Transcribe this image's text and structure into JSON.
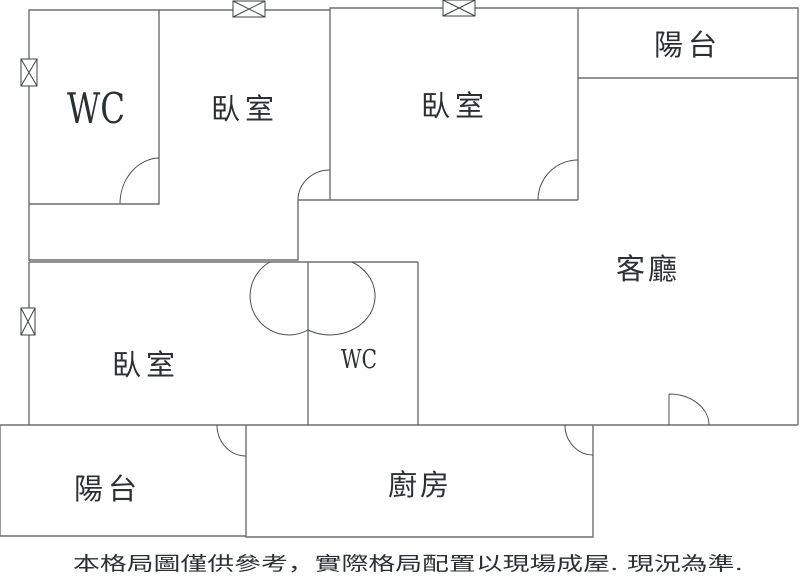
{
  "rooms": {
    "wc_upper": "WC",
    "bedroom_1": "臥室",
    "bedroom_2": "臥室",
    "balcony_upper": "陽台",
    "living_room": "客廳",
    "bedroom_3": "臥室",
    "wc_lower": "WC",
    "balcony_lower": "陽台",
    "kitchen": "廚房"
  },
  "disclaimer": "本格局圖僅供參考，實際格局配置以現場成屋. 現況為準."
}
